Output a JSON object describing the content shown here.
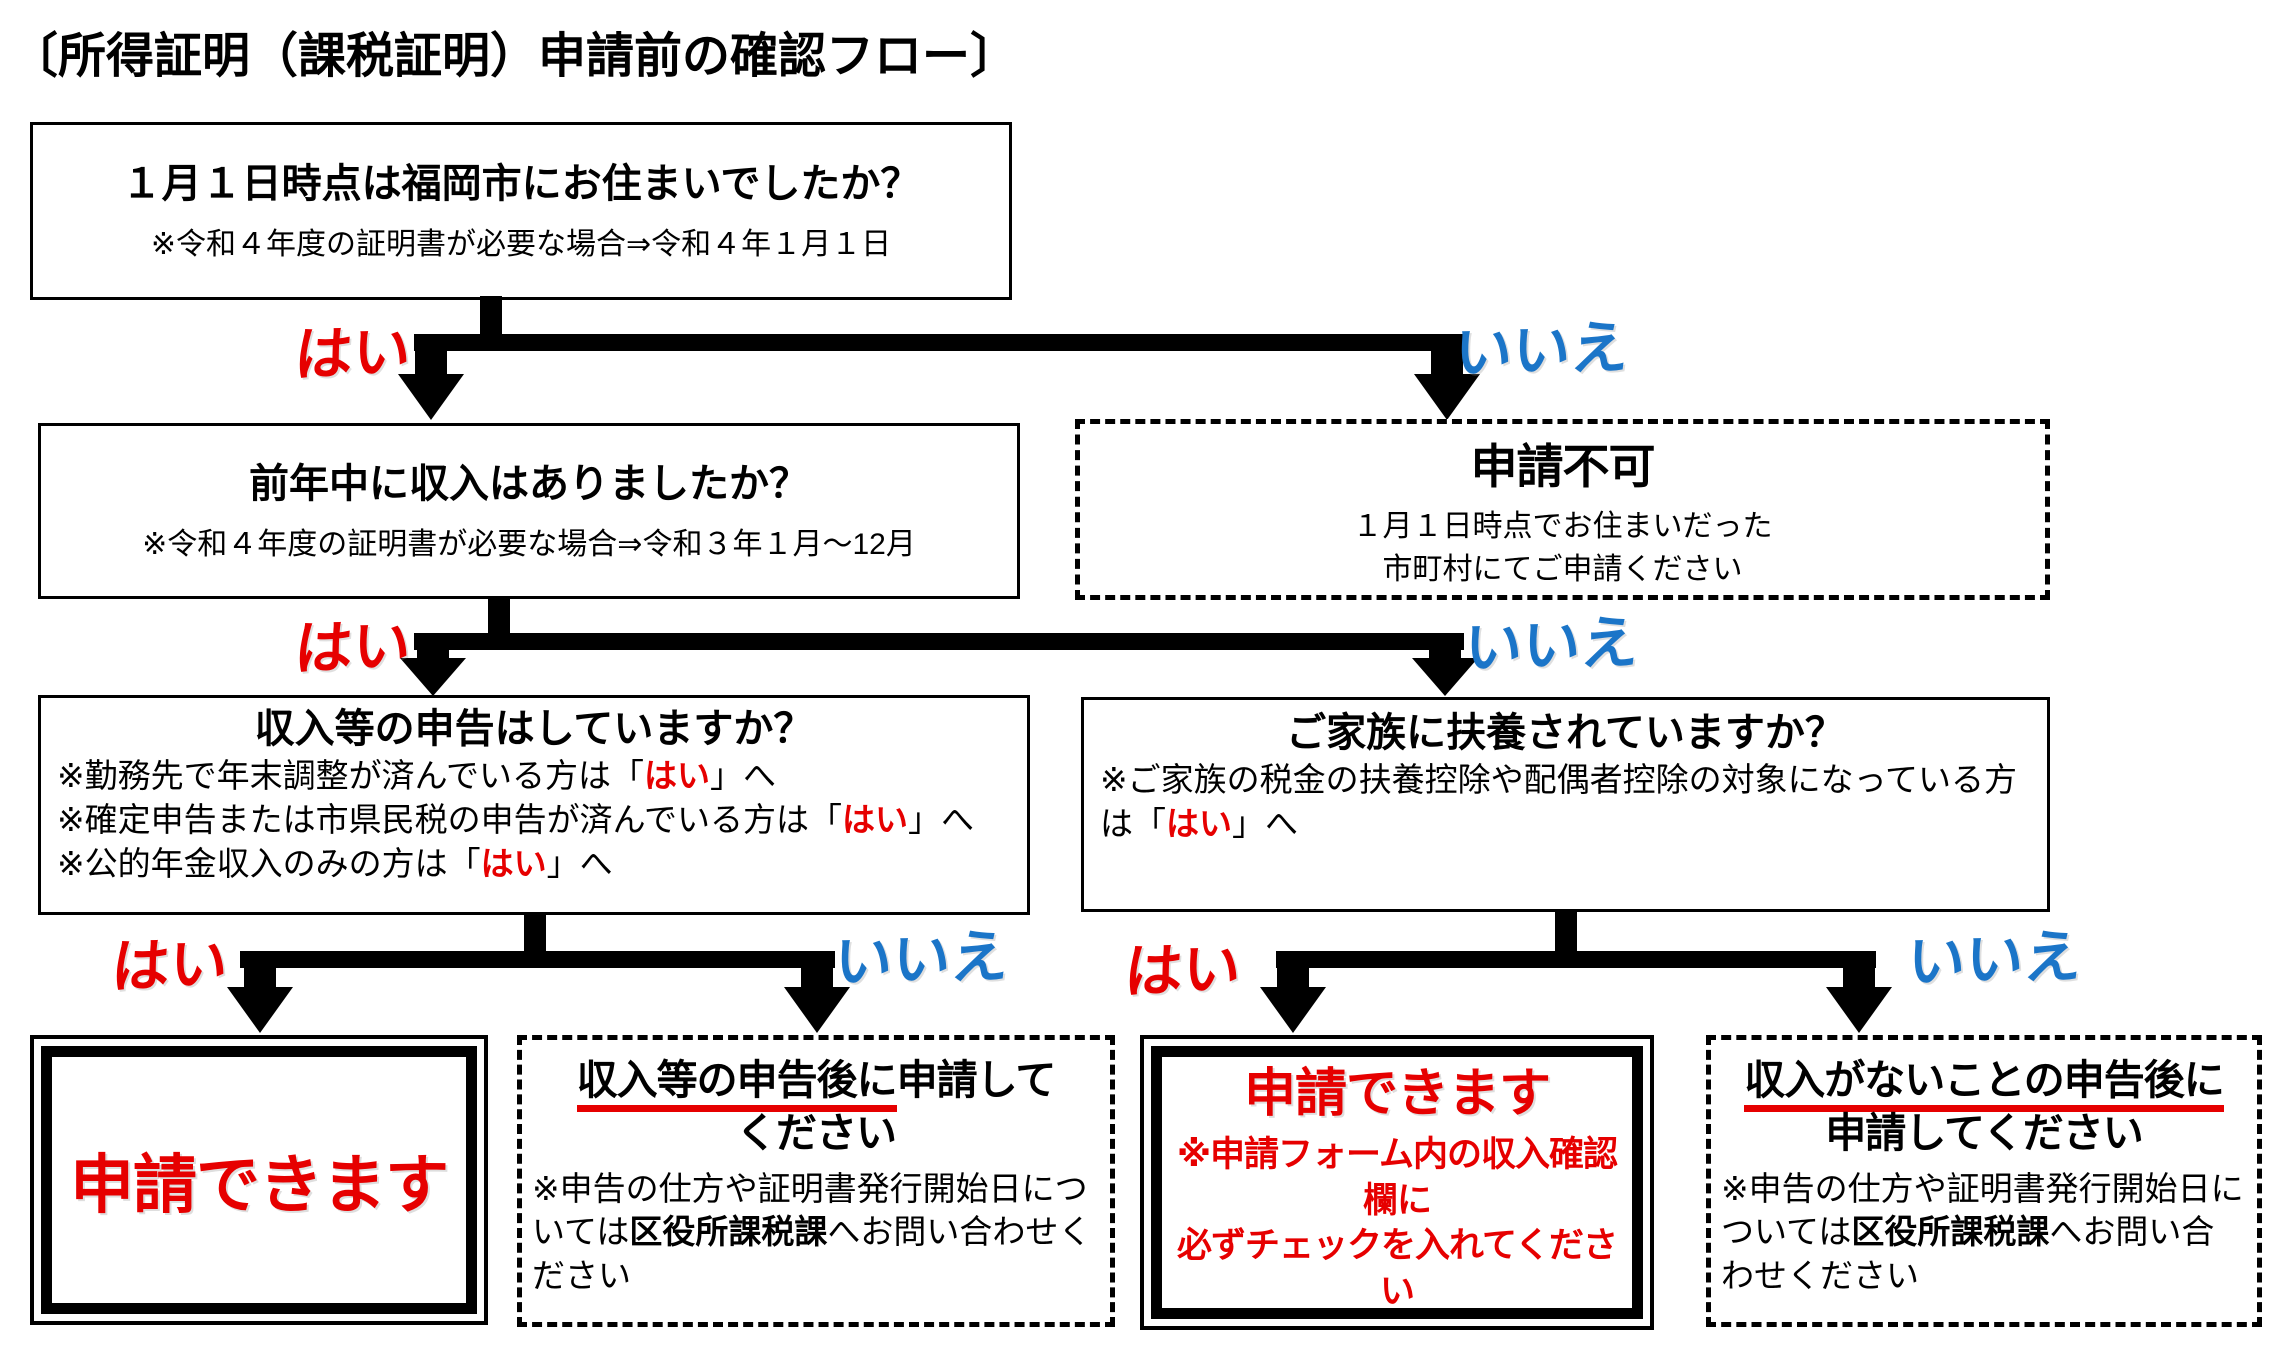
{
  "title": "〔所得証明（課税証明）申請前の確認フロー〕",
  "labels": {
    "yes": "はい",
    "no": "いいえ"
  },
  "colors": {
    "yes_red": "#e60000",
    "no_blue": "#1b75c8",
    "line_black": "#000000",
    "underline_red": "#e60000"
  },
  "q1": {
    "question": "１月１日時点は福岡市にお住まいでしたか？",
    "note": "※令和４年度の証明書が必要な場合⇒令和４年１月１日"
  },
  "q2": {
    "question": "前年中に収入はありましたか？",
    "note": "※令和４年度の証明書が必要な場合⇒令和３年１月～12月"
  },
  "no_apply": {
    "heading": "申請不可",
    "note_line1": "１月１日時点でお住まいだった",
    "note_line2": "市町村にてご申請ください"
  },
  "q3": {
    "question": "収入等の申告はしていますか？",
    "notes": [
      {
        "pre": "※勤務先で年末調整が済んでいる方は「",
        "em": "はい",
        "post": "」へ"
      },
      {
        "pre": "※確定申告または市県民税の申告が済んでいる方は「",
        "em": "はい",
        "post": "」へ"
      },
      {
        "pre": "※公的年金収入のみの方は「",
        "em": "はい",
        "post": "」へ"
      }
    ]
  },
  "q4": {
    "question": "ご家族に扶養されていますか？",
    "note": {
      "pre": "※ご家族の税金の扶養控除や配偶者控除の対象になっている方は「",
      "em": "はい",
      "post": "」へ"
    }
  },
  "r1": {
    "heading": "申請できます"
  },
  "r2": {
    "heading_underlined": "収入等の申告後に",
    "heading_rest": "申請して",
    "heading_line2": "ください",
    "note": {
      "pre": "※申告の仕方や証明書発行開始日については",
      "bold": "区役所課税課",
      "post": "へお問い合わせください"
    }
  },
  "r3": {
    "heading": "申請できます",
    "note_line1": "※申請フォーム内の収入確認欄に",
    "note_line2": "必ずチェックを入れてください"
  },
  "r4": {
    "heading_underlined": "収入がないことの申告後に",
    "heading_line2": "申請してください",
    "note": {
      "pre": "※申告の仕方や証明書発行開始日については",
      "bold": "区役所課税課",
      "post": "へお問い合わせください"
    }
  }
}
